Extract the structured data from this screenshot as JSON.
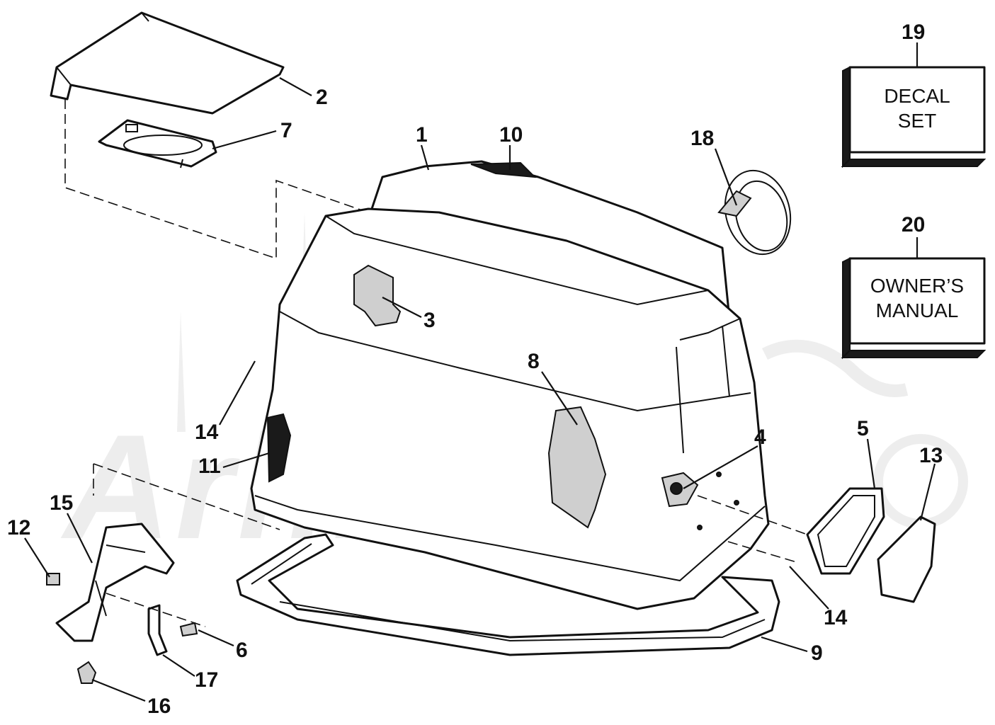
{
  "watermark": {
    "text": "ArhMoto"
  },
  "callouts": [
    {
      "id": "1",
      "label": "1"
    },
    {
      "id": "2",
      "label": "2"
    },
    {
      "id": "3",
      "label": "3"
    },
    {
      "id": "4",
      "label": "4"
    },
    {
      "id": "5",
      "label": "5"
    },
    {
      "id": "6",
      "label": "6"
    },
    {
      "id": "7",
      "label": "7"
    },
    {
      "id": "8",
      "label": "8"
    },
    {
      "id": "9",
      "label": "9"
    },
    {
      "id": "10",
      "label": "10"
    },
    {
      "id": "11",
      "label": "11"
    },
    {
      "id": "12",
      "label": "12"
    },
    {
      "id": "13",
      "label": "13"
    },
    {
      "id": "14a",
      "label": "14"
    },
    {
      "id": "14b",
      "label": "14"
    },
    {
      "id": "15",
      "label": "15"
    },
    {
      "id": "16",
      "label": "16"
    },
    {
      "id": "17",
      "label": "17"
    },
    {
      "id": "18",
      "label": "18"
    },
    {
      "id": "19",
      "label": "19"
    },
    {
      "id": "20",
      "label": "20"
    }
  ],
  "boxes": {
    "decal": {
      "line1": "DECAL",
      "line2": "SET"
    },
    "manual": {
      "line1": "OWNER’S",
      "line2": "MANUAL"
    }
  }
}
